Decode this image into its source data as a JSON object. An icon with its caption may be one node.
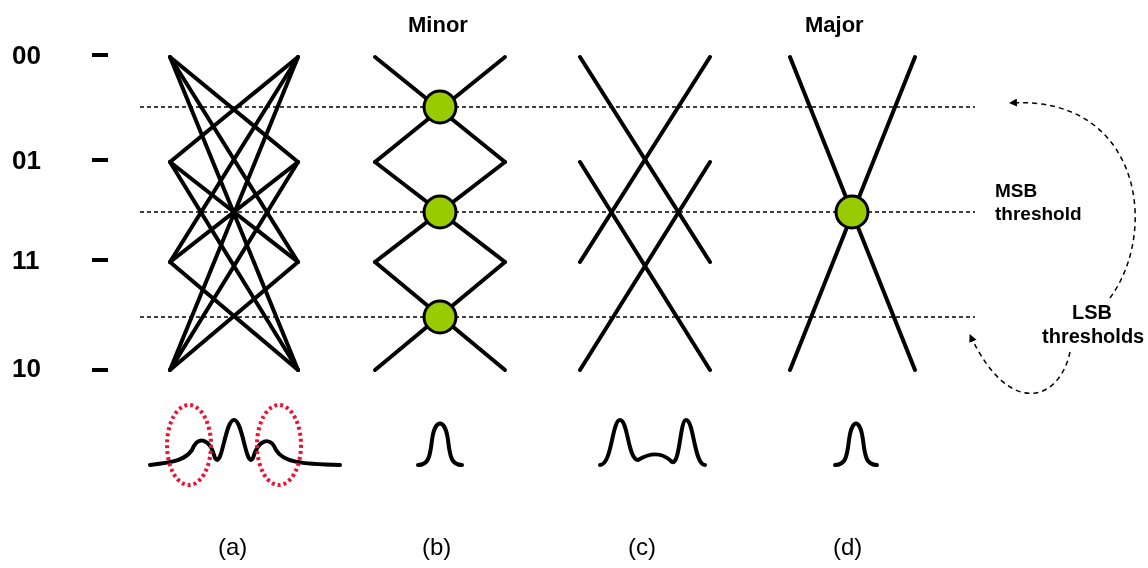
{
  "diagram": {
    "nodes": [
      {
        "text": [
          "LSB thresholds"
        ]
      },
      {
        "text": [],
        "shape": "bar"
      },
      {
        "text": [],
        "shape": "bar"
      }
    ],
    "edges": [
      {
        "from": 0,
        "to": 1,
        "arrow": "to",
        "style": "dashed"
      },
      {
        "from": 0,
        "to": 2,
        "arrow": "to",
        "style": "dashed"
      }
    ],
    "labels": [
      "00",
      "Minor",
      "Major",
      "01",
      "MSB threshold",
      "11",
      "10",
      "(a)",
      "(b)",
      "(c)",
      "(d)"
    ]
  }
}
